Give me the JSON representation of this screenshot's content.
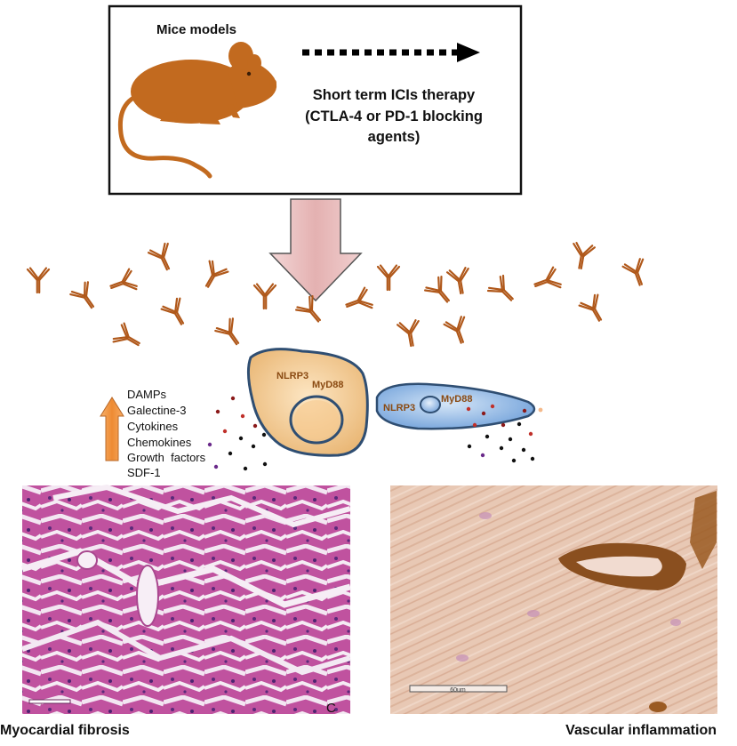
{
  "top_box": {
    "title": "Mice models",
    "therapy_line1": "Short term ICIs therapy",
    "therapy_line2": "(CTLA-4 or PD-1 blocking",
    "therapy_line3": "agents)"
  },
  "cells": {
    "cell1_label1": "NLRP3",
    "cell1_label2": "MyD88",
    "cell2_label1": "NLRP3",
    "cell2_label2": "MyD88"
  },
  "factors": {
    "items": [
      "DAMPs",
      "Galectine-3",
      "Cytokines",
      "Chemokines",
      "Growth  factors",
      "SDF-1"
    ]
  },
  "panels": {
    "left_caption": "Myocardial fibrosis",
    "left_letter": "C",
    "right_caption": "Vascular inflammation",
    "right_scalebar": "60um"
  },
  "colors": {
    "mouse": "#c26a1f",
    "antibody": "#b0581a",
    "big_arrow": "#e9bcbc",
    "up_arrow": "#f0943e",
    "cell1": "#f6d3a0",
    "cell2": "#8fb6e6",
    "cell_border": "#2f4e72",
    "label": "#8a4a12"
  }
}
